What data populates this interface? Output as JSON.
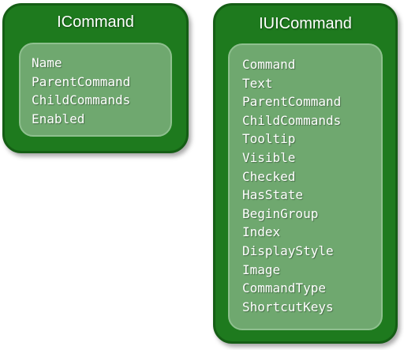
{
  "colors": {
    "card_fill": "#1e7a1e",
    "card_border": "#155e15",
    "panel_fill": "#6fa86f",
    "text": "#ffffff"
  },
  "icommand": {
    "title": "ICommand",
    "properties": [
      "Name",
      "ParentCommand",
      "ChildCommands",
      "Enabled"
    ]
  },
  "iuicommand": {
    "title": "IUICommand",
    "properties": [
      "Command",
      "Text",
      "ParentCommand",
      "ChildCommands",
      "Tooltip",
      "Visible",
      "Checked",
      "HasState",
      "BeginGroup",
      "Index",
      "DisplayStyle",
      "Image",
      "CommandType",
      "ShortcutKeys"
    ]
  }
}
